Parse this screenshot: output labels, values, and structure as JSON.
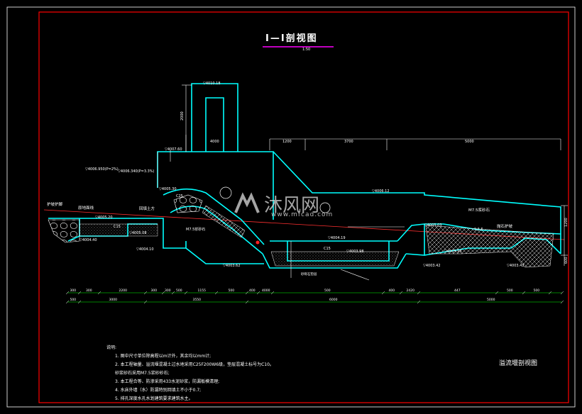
{
  "drawing": {
    "title": "I—I剖视图",
    "scale": "1:50",
    "sheet_name": "溢流堰剖视图",
    "colors": {
      "background": "#000000",
      "border": "#ff0000",
      "outline": "#00ffff",
      "text": "#ffffff",
      "dimension": "#00ff00",
      "hatch": "#ffffff",
      "title_underline": "#ff00ff",
      "ground_line": "#ff3030"
    }
  },
  "labels": {
    "elev_top": "▽4010.18",
    "elev_crest_l": "▽4007.60",
    "elev_water_a": "▽4006.950(P=2%)",
    "elev_water_b": "▽4006.340(P=3.3%)",
    "elev_4006_12": "▽4006.12",
    "elev_4005_30": "▽4005.30",
    "elev_4005_20": "▽4005.20",
    "elev_4005_08": "▽4005.08",
    "elev_4004_40": "▽4004.40",
    "elev_4004_10": "▽4004.10",
    "elev_4004_19": "▽4004.19",
    "elev_4003_98": "▽4003.98",
    "elev_4003_62": "▽4003.62",
    "elev_4003_42a": "▽4003.42",
    "elev_4003_42b": "▽4003.42",
    "elev_4005_93": "▽4005.93",
    "elev_4005_03": "▽4005.03",
    "bank_protect": "护坡护脚",
    "orig_ground": "原地面线",
    "backfill": "回填土方",
    "c15": "C15",
    "c25": "C25",
    "c15b": "C15",
    "m75a": "M7.5浆砂石",
    "m75b": "M7.5浆砂石",
    "riprap": "抛石护坡",
    "gravel": "砂砾石垫层",
    "slope": "1:1.5",
    "dim_h": "2000",
    "dim_w": "4000",
    "dim_r": "1200",
    "dim_r2": "600",
    "dim_top": [
      "1200",
      "3700",
      "5000"
    ],
    "dim_row1": [
      "300",
      "300",
      "2200",
      "300",
      "300",
      "500",
      "1155",
      "500",
      "400",
      "4000",
      "500",
      "400",
      "2420",
      "447",
      "500",
      "500"
    ],
    "dim_row2": [
      "500",
      "3000",
      "3550",
      "6000",
      "5000"
    ]
  },
  "notes": {
    "heading": "说明:",
    "items": [
      "1. 图中尺寸单位除高程以m计外，其余均以mm计;",
      "2. 本工程轴量、溢流堰混凝土过水地采用C25F200W6级，垫层混凝土标号为C10。",
      "   砂浆砂石采用M7.5浆砂砂石;",
      "3. 本工程合等、防渗采用433水泥砂浆，防漏板模清理;",
      "4. 水床外墙（水）防漏特别回填土不小于0.7;",
      "5. 排孔深度水孔水划建筑要求建筑水主。"
    ]
  },
  "watermark": {
    "brand": "沐风网",
    "url": "www.mfcad.com"
  }
}
